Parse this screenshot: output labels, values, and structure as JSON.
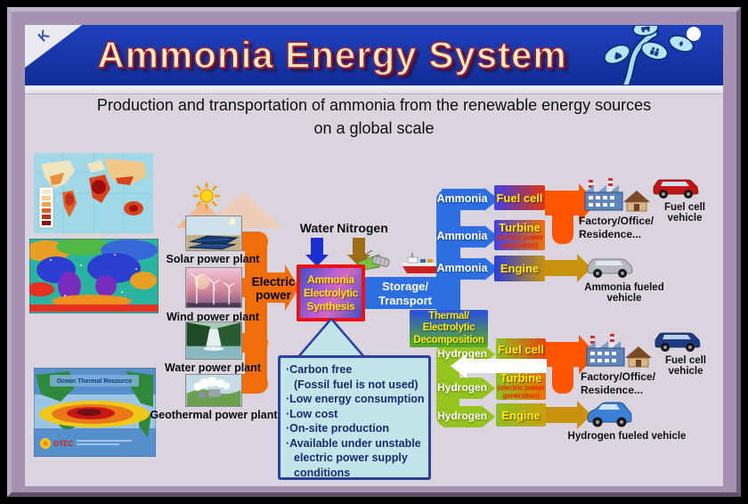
{
  "banner": {
    "title": "Ammonia Energy System",
    "corner_text": "K"
  },
  "subtitle": {
    "line1": "Production and transportation of ammonia from the renewable energy sources",
    "line2": "on a global scale"
  },
  "maps": {
    "otec_title": "Ocean Thermal Resource",
    "otec_logo": "OTEC"
  },
  "plants": {
    "solar": "Solar power plant",
    "wind": "Wind power plant",
    "water": "Water power plant",
    "geothermal": "Geothermal power plant"
  },
  "flow": {
    "electric_1": "Electric",
    "electric_2": "power",
    "water": "Water",
    "nitrogen": "Nitrogen",
    "synthesis_1": "Ammonia",
    "synthesis_2": "Electrolytic",
    "synthesis_3": "Synthesis",
    "storage_1": "Storage/",
    "storage_2": "Transport",
    "ammonia": "Ammonia",
    "hydrogen": "Hydrogen",
    "decomposition_1": "Thermal/",
    "decomposition_2": "Electrolytic",
    "decomposition_3": "Decomposition"
  },
  "devices": {
    "fuel_cell": "Fuel cell",
    "turbine": "Turbine",
    "turbine_sub_1": "(electric power",
    "turbine_sub_2": "generation)",
    "engine": "Engine"
  },
  "destinations": {
    "factory_1": "Factory/Office/",
    "factory_2": "Residence...",
    "fuel_cell_vehicle": "Fuel cell vehicle",
    "ammonia_vehicle": "Ammonia fueled vehicle",
    "hydrogen_vehicle": "Hydrogen fueled vehicle"
  },
  "callout": {
    "l1": "·Carbon free",
    "l2": "(Fossil fuel is not used)",
    "l3": "·Low energy consumption",
    "l4": "·Low cost",
    "l5": "·On-site production",
    "l6": "·Available under unstable",
    "l7": "electric power supply",
    "l8": "conditions"
  },
  "colors": {
    "banner_blue": "#1d40bd",
    "title_fill": "#f7eeb5",
    "title_outline": "#9c1f48",
    "orange_pipe": "#f06e0a",
    "network_blue": "#2d6fe3",
    "network_green": "#94c41d",
    "merge_orange": "#ff5500",
    "gold": "#c8920b",
    "synthesis_border": "#ee1010",
    "callout_bg": "#c2e4eb",
    "callout_border": "#2b3f9e"
  }
}
